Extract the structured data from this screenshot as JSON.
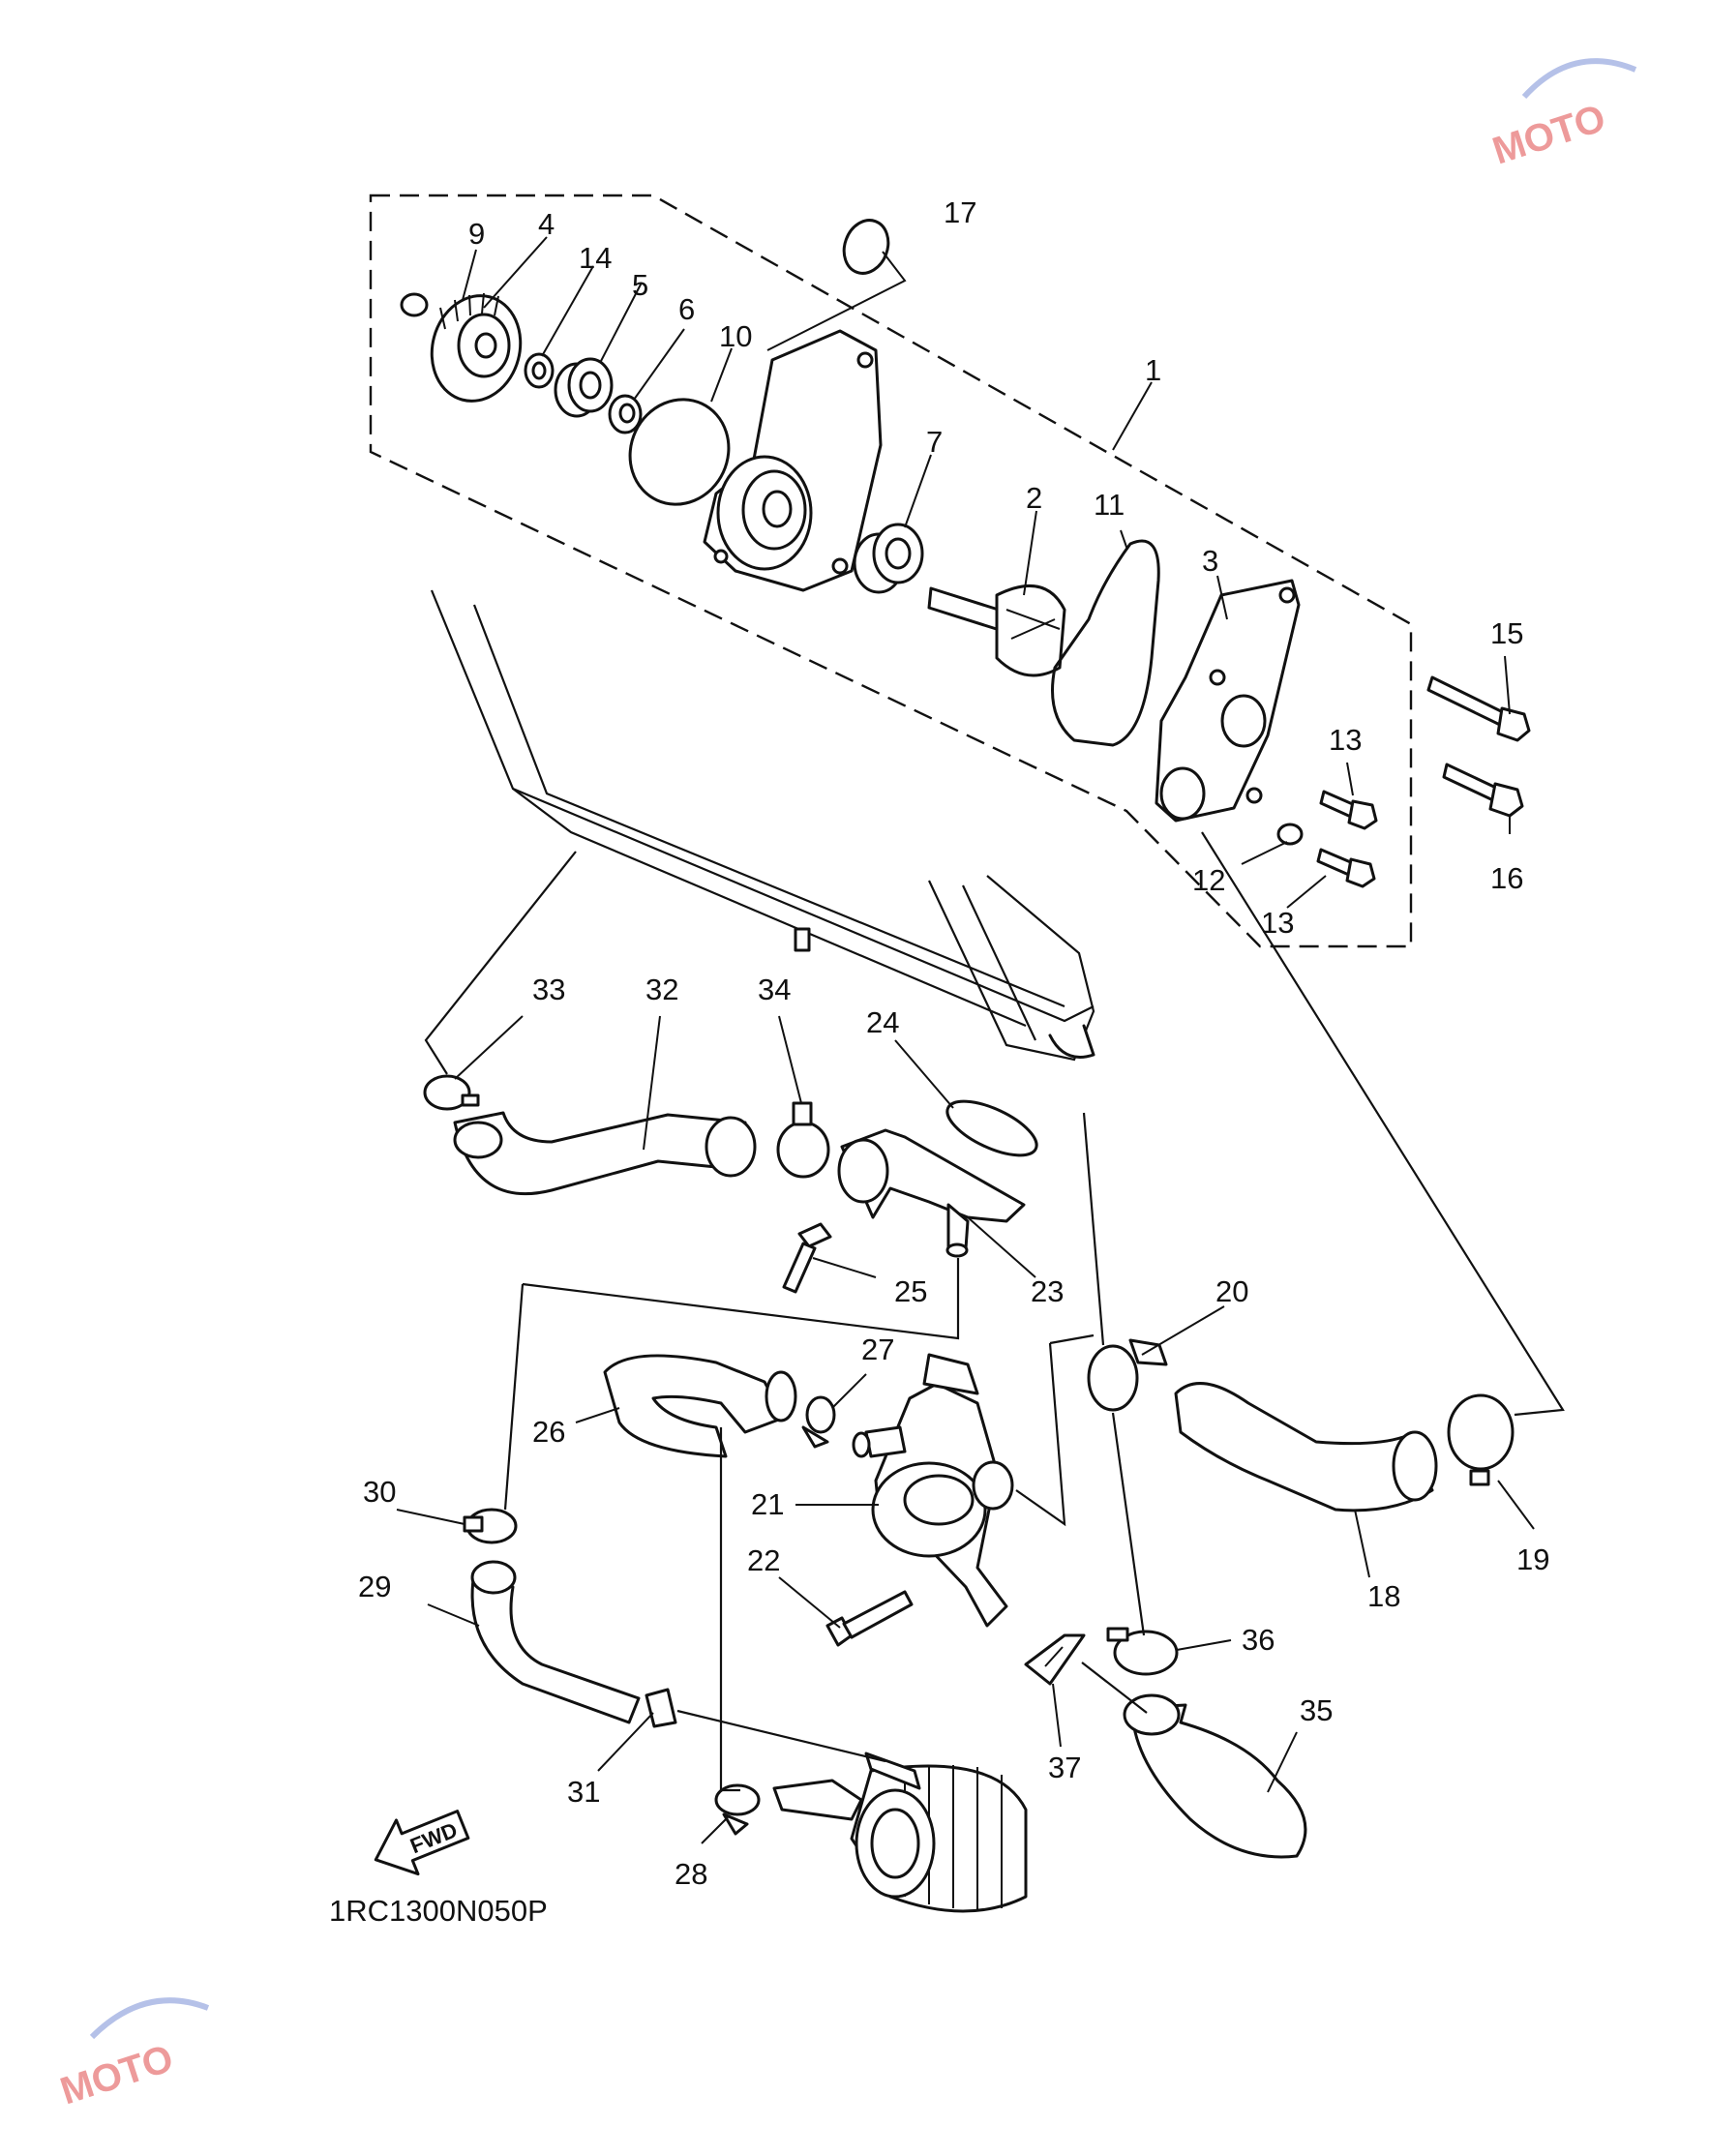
{
  "diagram_code": "1RC1300N050P",
  "fwd_label": "FWD",
  "watermark_text": "MOTO",
  "callouts": [
    {
      "num": "1"
    },
    {
      "num": "2"
    },
    {
      "num": "3"
    },
    {
      "num": "4"
    },
    {
      "num": "5"
    },
    {
      "num": "6"
    },
    {
      "num": "7"
    },
    {
      "num": "9"
    },
    {
      "num": "10"
    },
    {
      "num": "11"
    },
    {
      "num": "12"
    },
    {
      "num": "13"
    },
    {
      "num": "13"
    },
    {
      "num": "14"
    },
    {
      "num": "15"
    },
    {
      "num": "16"
    },
    {
      "num": "17"
    },
    {
      "num": "18"
    },
    {
      "num": "19"
    },
    {
      "num": "20"
    },
    {
      "num": "21"
    },
    {
      "num": "22"
    },
    {
      "num": "23"
    },
    {
      "num": "24"
    },
    {
      "num": "25"
    },
    {
      "num": "26"
    },
    {
      "num": "27"
    },
    {
      "num": "28"
    },
    {
      "num": "29"
    },
    {
      "num": "30"
    },
    {
      "num": "31"
    },
    {
      "num": "32"
    },
    {
      "num": "33"
    },
    {
      "num": "34"
    },
    {
      "num": "35"
    },
    {
      "num": "36"
    },
    {
      "num": "37"
    }
  ]
}
